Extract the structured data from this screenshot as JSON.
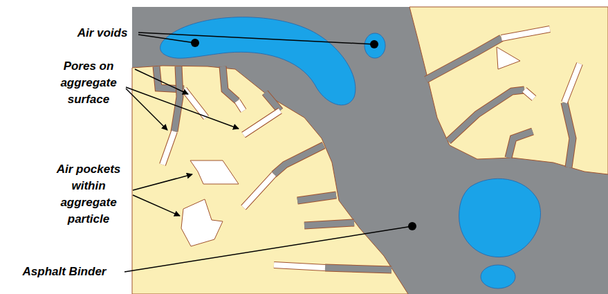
{
  "diagram": {
    "labels": [
      "Air voids",
      "Pores on aggregate surface",
      "Air pockets within aggregate particle",
      "Asphalt Binder"
    ]
  }
}
